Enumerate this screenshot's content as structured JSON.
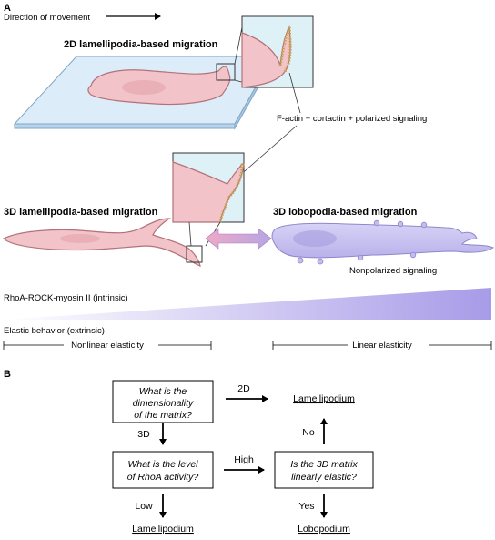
{
  "panel_a": {
    "letter": "A",
    "direction_label": "Direction of movement",
    "title_2d": "2D lamellipodia-based migration",
    "title_3d_lamelli": "3D lamellipodia-based migration",
    "title_3d_lobo": "3D lobopodia-based migration",
    "factors_label": "F-actin + cortactin + polarized signaling",
    "nonpolarized_label": "Nonpolarized signaling",
    "rhoa_label": "RhoA-ROCK-myosin II (intrinsic)",
    "elastic_label": "Elastic behavior (extrinsic)",
    "nonlinear_label": "Nonlinear elasticity",
    "linear_label": "Linear elasticity",
    "colors": {
      "cell_pink": "#f2c3c8",
      "cell_outline": "#b2727a",
      "lobo_purple": "#c9c3ef",
      "substrate_blue": "#dcecf8",
      "arrow_purple": "#b7a6e3",
      "gradient_end": "#a89be8"
    }
  },
  "panel_b": {
    "letter": "B",
    "q1": [
      "What is the",
      "dimensionality",
      "of the matrix?"
    ],
    "q2": [
      "What is the level",
      "of RhoA activity?"
    ],
    "q3": [
      "Is the 3D matrix",
      "linearly elastic?"
    ],
    "edge_2d": "2D",
    "edge_3d": "3D",
    "edge_high": "High",
    "edge_low": "Low",
    "edge_yes": "Yes",
    "edge_no": "No",
    "result_top": "Lamellipodium",
    "result_bottom_left": "Lamellipodium",
    "result_bottom_right": "Lobopodium"
  }
}
